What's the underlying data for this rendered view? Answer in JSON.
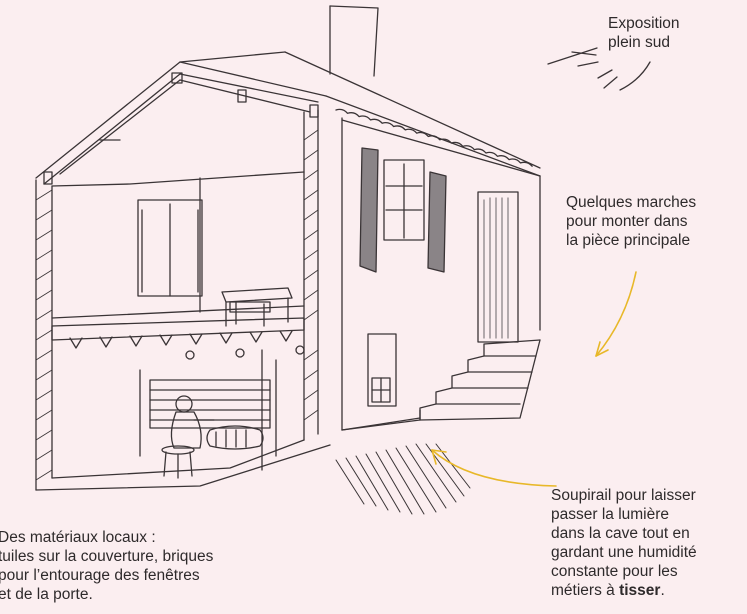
{
  "colors": {
    "background": "#fbeef0",
    "ink": "#3a3436",
    "shutter": "#8a8487",
    "arrow": "#e8b829"
  },
  "labels": {
    "exposition": [
      "Exposition",
      "plein sud"
    ],
    "marches": [
      "Quelques marches",
      "pour monter dans",
      "la pièce principale"
    ],
    "soupirail": {
      "lines": [
        "Soupirail pour laisser",
        "passer la lumière",
        "dans la cave tout en",
        "gardant une humidité",
        "constante pour les"
      ],
      "last_prefix": "métiers à ",
      "last_bold": "tisser",
      "last_suffix": "."
    },
    "materiaux": [
      "Des matériaux locaux :",
      "tuiles sur la couverture, briques",
      "pour l’entourage des fenêtres",
      "et de la porte."
    ]
  }
}
